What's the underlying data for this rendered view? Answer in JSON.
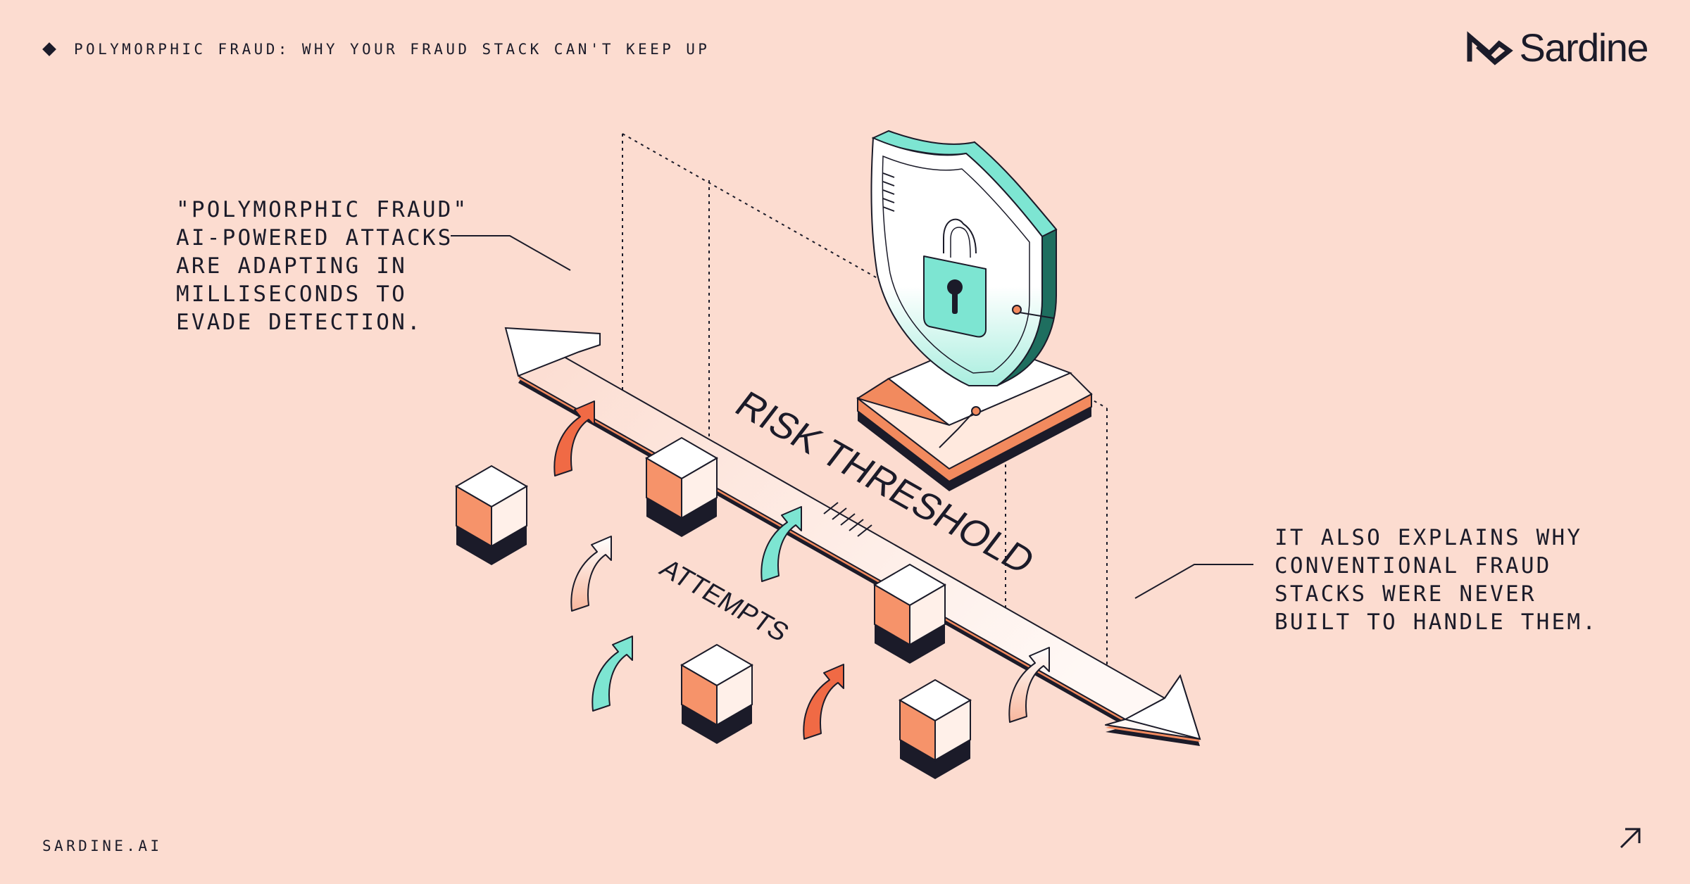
{
  "header": {
    "title": "POLYMORPHIC FRAUD: WHY YOUR FRAUD STACK CAN'T KEEP UP"
  },
  "brand": {
    "name": "Sardine"
  },
  "callout_left": {
    "lines": [
      "\"POLYMORPHIC FRAUD\"",
      "AI-POWERED ATTACKS",
      "ARE ADAPTING IN",
      "MILLISECONDS TO",
      "EVADE DETECTION."
    ]
  },
  "callout_right": {
    "lines": [
      "IT ALSO EXPLAINS WHY",
      "CONVENTIONAL FRAUD",
      "STACKS WERE NEVER",
      "BUILT TO HANDLE THEM."
    ]
  },
  "diagram": {
    "threshold_label": "RISK THRESHOLD",
    "attempts_label": "ATTEMPTS"
  },
  "footer": {
    "site": "SARDINE.AI"
  },
  "icons": {
    "header_marker": "diamond-icon",
    "logo_mark": "sardine-logo-icon",
    "shield": "shield-lock-icon",
    "external_link": "arrow-up-right-icon"
  },
  "colors": {
    "background": "#FCDCD0",
    "ink": "#1B1B29",
    "orange": "#F28A5E",
    "red_orange": "#F06A45",
    "teal": "#7DE5D2",
    "dark_teal": "#1E6E5F"
  }
}
